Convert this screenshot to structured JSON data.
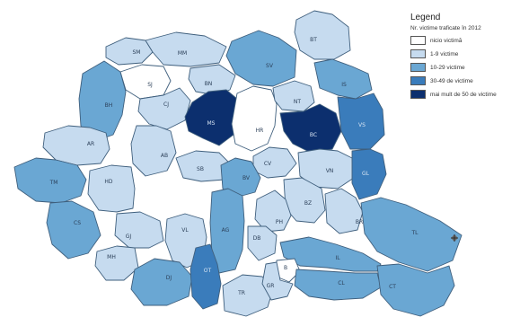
{
  "legend": {
    "title": "Legend",
    "subtitle": "Nr. victime traficate în 2012",
    "classes": [
      {
        "label": "nicio victimă",
        "color": "#ffffff"
      },
      {
        "label": "1-9 victime",
        "color": "#c6dbef"
      },
      {
        "label": "10-29 victime",
        "color": "#6aa7d3"
      },
      {
        "label": "30-49 de victime",
        "color": "#3a7cbb"
      },
      {
        "label": "mai mult de 50 de victime",
        "color": "#0c2f6e"
      }
    ]
  },
  "counties": [
    {
      "code": "SM",
      "class": 1
    },
    {
      "code": "MM",
      "class": 1
    },
    {
      "code": "SV",
      "class": 2
    },
    {
      "code": "BT",
      "class": 1
    },
    {
      "code": "SJ",
      "class": 0
    },
    {
      "code": "BN",
      "class": 1
    },
    {
      "code": "BH",
      "class": 2
    },
    {
      "code": "CJ",
      "class": 1
    },
    {
      "code": "MS",
      "class": 4
    },
    {
      "code": "HR",
      "class": 0
    },
    {
      "code": "NT",
      "class": 1
    },
    {
      "code": "IS",
      "class": 2
    },
    {
      "code": "BC",
      "class": 4
    },
    {
      "code": "VS",
      "class": 3
    },
    {
      "code": "AR",
      "class": 1
    },
    {
      "code": "AB",
      "class": 1
    },
    {
      "code": "SB",
      "class": 1
    },
    {
      "code": "CV",
      "class": 1
    },
    {
      "code": "VN",
      "class": 1
    },
    {
      "code": "GL",
      "class": 3
    },
    {
      "code": "TM",
      "class": 2
    },
    {
      "code": "HD",
      "class": 1
    },
    {
      "code": "BV",
      "class": 2
    },
    {
      "code": "BZ",
      "class": 1
    },
    {
      "code": "BR",
      "class": 1
    },
    {
      "code": "TL",
      "class": 2
    },
    {
      "code": "CS",
      "class": 2
    },
    {
      "code": "GJ",
      "class": 1
    },
    {
      "code": "VL",
      "class": 1
    },
    {
      "code": "AG",
      "class": 2
    },
    {
      "code": "PH",
      "class": 1
    },
    {
      "code": "DB",
      "class": 1
    },
    {
      "code": "MH",
      "class": 1
    },
    {
      "code": "DJ",
      "class": 2
    },
    {
      "code": "OT",
      "class": 3
    },
    {
      "code": "TR",
      "class": 1
    },
    {
      "code": "IL",
      "class": 2
    },
    {
      "code": "B",
      "class": 0
    },
    {
      "code": "GR",
      "class": 1
    },
    {
      "code": "CL",
      "class": 2
    },
    {
      "code": "CT",
      "class": 2
    }
  ]
}
